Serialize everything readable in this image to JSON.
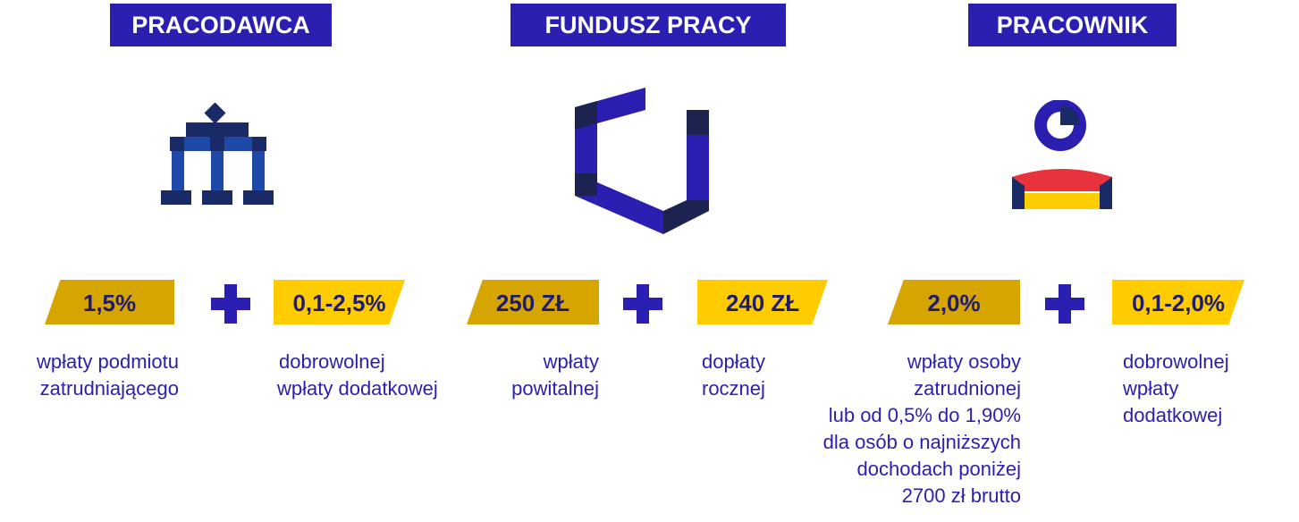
{
  "headers": {
    "employer": "PRACODAWCA",
    "fund": "FUNDUSZ PRACY",
    "employee": "PRACOWNIK"
  },
  "icons": {
    "employer": "building-columns-icon",
    "fund": "hexagon-shield-icon",
    "employee": "person-icon"
  },
  "employer": {
    "base_rate": "1,5%",
    "extra_rate": "0,1-2,5%",
    "base_desc": [
      "wpłaty podmiotu",
      "zatrudniającego"
    ],
    "extra_desc": [
      "dobrowolnej",
      "wpłaty dodatkowej"
    ]
  },
  "fund": {
    "welcome_amount": "250 ZŁ",
    "annual_amount": "240 ZŁ",
    "welcome_desc": [
      "wpłaty",
      "powitalnej"
    ],
    "annual_desc": [
      "dopłaty",
      "rocznej"
    ]
  },
  "employee": {
    "base_rate": "2,0%",
    "extra_rate": "0,1-2,0%",
    "base_desc": [
      "wpłaty osoby",
      "zatrudnionej",
      "lub od 0,5% do 1,90%",
      "dla osób o najniższych",
      "dochodach poniżej",
      "2700 zł brutto"
    ],
    "extra_desc": [
      "dobrowolnej",
      "wpłaty",
      "dodatkowej"
    ]
  },
  "colors": {
    "header_bg": "#2a1fb0",
    "navy": "#1a2a66",
    "blue": "#1f49a8",
    "dark_gold": "#d7a500",
    "gold": "#ffcc00",
    "red": "#e8323c",
    "plus": "#2a1fb0"
  }
}
